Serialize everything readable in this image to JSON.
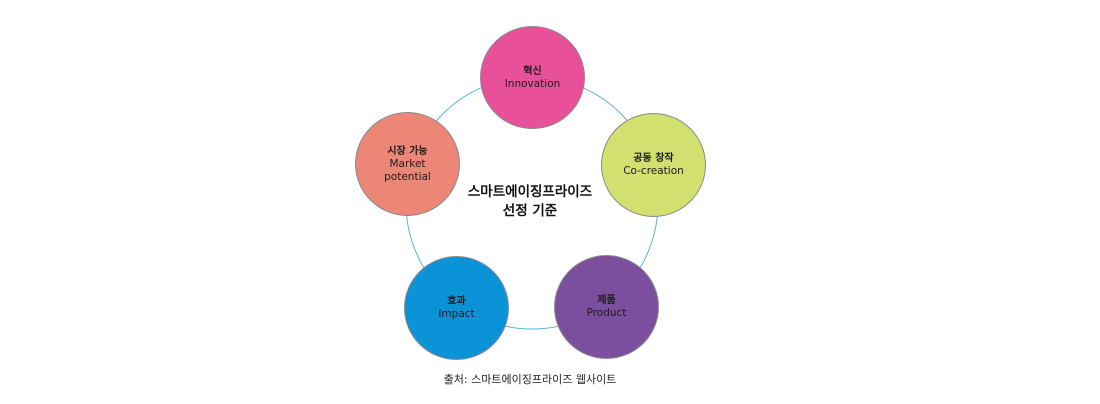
{
  "diagram": {
    "center_title_line1": "스마트에이징프라이즈",
    "center_title_line2": "선정 기준",
    "ring_color": "#5bb4d6",
    "nodes": [
      {
        "id": "innovation",
        "ko": "혁신",
        "en": "Innovation",
        "color": "#e8519a"
      },
      {
        "id": "co-creation",
        "ko": "공동 창작",
        "en": "Co-creation",
        "color": "#d2e070"
      },
      {
        "id": "product",
        "ko": "제품",
        "en": "Product",
        "color": "#7b4f9e"
      },
      {
        "id": "impact",
        "ko": "효과",
        "en": "Impact",
        "color": "#0b93d8"
      },
      {
        "id": "market-potential",
        "ko": "시장 가능",
        "en": "Market\npotential",
        "color": "#ec8677"
      }
    ]
  },
  "caption": "출처: 스마트에이징프라이즈 웹사이트"
}
